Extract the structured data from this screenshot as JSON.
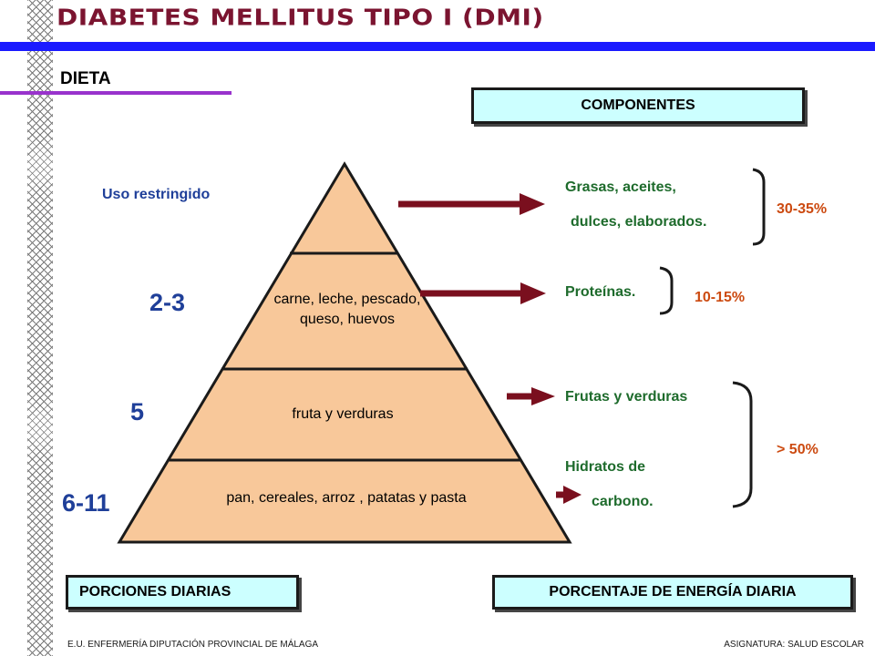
{
  "title": "DIABETES MELLITUS TIPO I (DMI)",
  "section": "DIETA",
  "components_header": "COMPONENTES",
  "pyramid_levels": [
    {
      "label": "carne, leche, pescado, queso, huevos"
    },
    {
      "label": "fruta y verduras"
    },
    {
      "label": "pan, cereales, arroz , patatas y pasta"
    }
  ],
  "restricted_label": "Uso restringido",
  "portions": [
    "2-3",
    "5",
    "6-11"
  ],
  "components": {
    "fats_line1": "Grasas, aceites,",
    "fats_line2": "dulces, elaborados.",
    "proteins": "Proteínas.",
    "fruits": "Frutas y verduras",
    "carbs_line1": "Hidratos de",
    "carbs_line2": "carbono."
  },
  "percentages": [
    "30-35%",
    "10-15%",
    "> 50%"
  ],
  "footer_boxes": {
    "portions": "PORCIONES DIARIAS",
    "energy": "PORCENTAJE DE ENERGÍA DIARIA"
  },
  "footer": {
    "left": "E.U. ENFERMERÍA DIPUTACIÓN PROVINCIAL DE MÁLAGA",
    "right": "ASIGNATURA: SALUD ESCOLAR"
  },
  "colors": {
    "title": "#7b1430",
    "accent_bar": "#1a1aff",
    "pyramid_fill": "#f8c89a",
    "arrow": "#7a0f1e",
    "components_text": "#1e6b2c",
    "percent_text": "#cc4a10",
    "portion_text": "#1f3f99",
    "box_fill": "#ccffff"
  }
}
